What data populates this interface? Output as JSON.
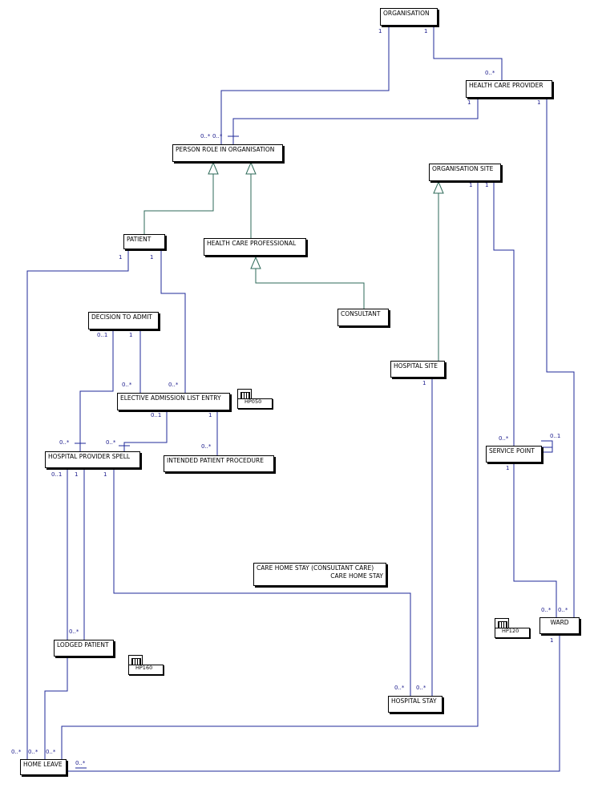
{
  "entities": {
    "organisation": "ORGANISATION",
    "health_care_provider": "HEALTH CARE PROVIDER",
    "person_role_in_organisation": "PERSON ROLE IN ORGANISATION",
    "organisation_site": "ORGANISATION SITE",
    "patient": "PATIENT",
    "health_care_professional": "HEALTH CARE PROFESSIONAL",
    "consultant": "CONSULTANT",
    "decision_to_admit": "DECISION TO ADMIT",
    "hospital_site": "HOSPITAL SITE",
    "elective_admission_list_entry": "ELECTIVE ADMISSION LIST ENTRY",
    "service_point": "SERVICE POINT",
    "hospital_provider_spell": "HOSPITAL PROVIDER SPELL",
    "intended_patient_procedure": "INTENDED PATIENT PROCEDURE",
    "care_home_stay_line1": "CARE HOME STAY (CONSULTANT CARE)",
    "care_home_stay_line2": "CARE HOME STAY",
    "lodged_patient": "LODGED PATIENT",
    "ward": "WARD",
    "hospital_stay": "HOSPITAL STAY",
    "home_leave": "HOME LEAVE"
  },
  "packages": {
    "hp050": "HP050",
    "hp120": "HP120",
    "hp160": "HP160"
  },
  "multiplicities": {
    "org_left": "1",
    "org_right": "1",
    "hcp_top": "0..*",
    "hcp_left": "1",
    "hcp_right": "1",
    "prio_a": "0..*",
    "prio_b": "0..*",
    "site_left": "1",
    "site_right": "1",
    "patient_left": "1",
    "patient_right": "1",
    "dta_left": "0..1",
    "dta_right": "1",
    "hsite": "1",
    "eale_a": "0..*",
    "eale_b": "0..*",
    "eale_c": "0..1",
    "eale_d": "1",
    "sp_self": "0..1",
    "sp_top": "0..*",
    "sp_bottom": "1",
    "hps_a": "0..*",
    "hps_b": "0..*",
    "ipp": "0..*",
    "hps_c": "0..1",
    "hps_d": "1",
    "hps_e": "1",
    "lodged": "0..*",
    "ward_a": "0..*",
    "ward_b": "0..*",
    "ward_c": "1",
    "hstay_a": "0..*",
    "hstay_b": "0..*",
    "hl_a": "0..*",
    "hl_b": "0..*",
    "hl_c": "0..*",
    "hl_d": "0..*"
  },
  "colors": {
    "association": "#1f2a9a",
    "generalization": "#2e6a58"
  }
}
